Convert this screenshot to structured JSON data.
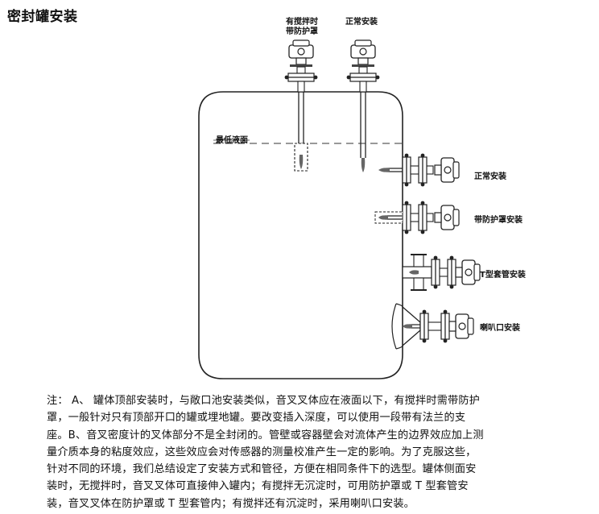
{
  "title": "密封罐安装",
  "labels": {
    "top_left_line1": "有搅拌时",
    "top_left_line2": "带防护罩",
    "top_right": "正常安装",
    "min_level": "最低液面",
    "side_1": "正常安装",
    "side_2": "带防护罩安装",
    "side_3": "T型套管安装",
    "side_4": "喇叭口安装"
  },
  "note_lines": [
    "注：  A、  罐体顶部安装时，与敞口池安装类似，音叉叉体应在液面以下，有搅拌时需带防护",
    "罩，一般针对只有顶部开口的罐或埋地罐。要改变插入深度，可以使用一段带有法兰的支",
    "座。B、音叉密度计的叉体部分不是全封闭的。管壁或容器壁会对流体产生的边界效应加上测",
    "量介质本身的粘度效应，这些效应会对传感器的测量校准产生一定的影响。为了克服这些，",
    "针对不同的环境，我们总结设定了安装方式和管径，方便在相同条件下的选型。罐体侧面安",
    "装时，无搅拌时，音叉叉体可直接伸入罐内；有搅拌无沉淀时，可用防护罩或 T 型套管安",
    "装，音叉叉体在防护罩或 T 型套管内；有搅拌还有沉淀时，采用喇叭口安装。"
  ]
}
